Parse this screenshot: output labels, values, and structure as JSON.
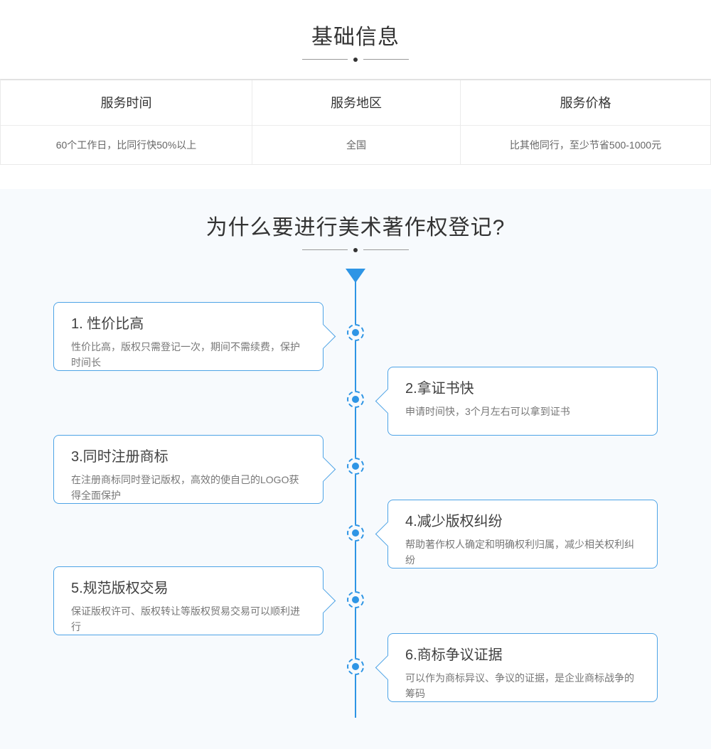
{
  "accent_color": "#2e95e5",
  "section_bg": "#f7fafd",
  "basic_info": {
    "title": "基础信息",
    "columns": [
      {
        "header": "服务时间",
        "value": "60个工作日，比同行快50%以上"
      },
      {
        "header": "服务地区",
        "value": "全国"
      },
      {
        "header": "服务价格",
        "value": "比其他同行，至少节省500-1000元"
      }
    ]
  },
  "why_section": {
    "title": "为什么要进行美术著作权登记?",
    "items": [
      {
        "title": "1. 性价比高",
        "desc": "性价比高，版权只需登记一次，期间不需续费，保护时间长",
        "side": "left"
      },
      {
        "title": "2.拿证书快",
        "desc": "申请时间快，3个月左右可以拿到证书",
        "side": "right"
      },
      {
        "title": "3.同时注册商标",
        "desc": "在注册商标同时登记版权，高效的使自己的LOGO获得全面保护",
        "side": "left"
      },
      {
        "title": "4.减少版权纠纷",
        "desc": "帮助著作权人确定和明确权利归属，减少相关权利纠纷",
        "side": "right"
      },
      {
        "title": "5.规范版权交易",
        "desc": "保证版权许可、版权转让等版权贸易交易可以顺利进行",
        "side": "left"
      },
      {
        "title": "6.商标争议证据",
        "desc": "可以作为商标异议、争议的证据，是企业商标战争的筹码",
        "side": "right"
      }
    ]
  }
}
